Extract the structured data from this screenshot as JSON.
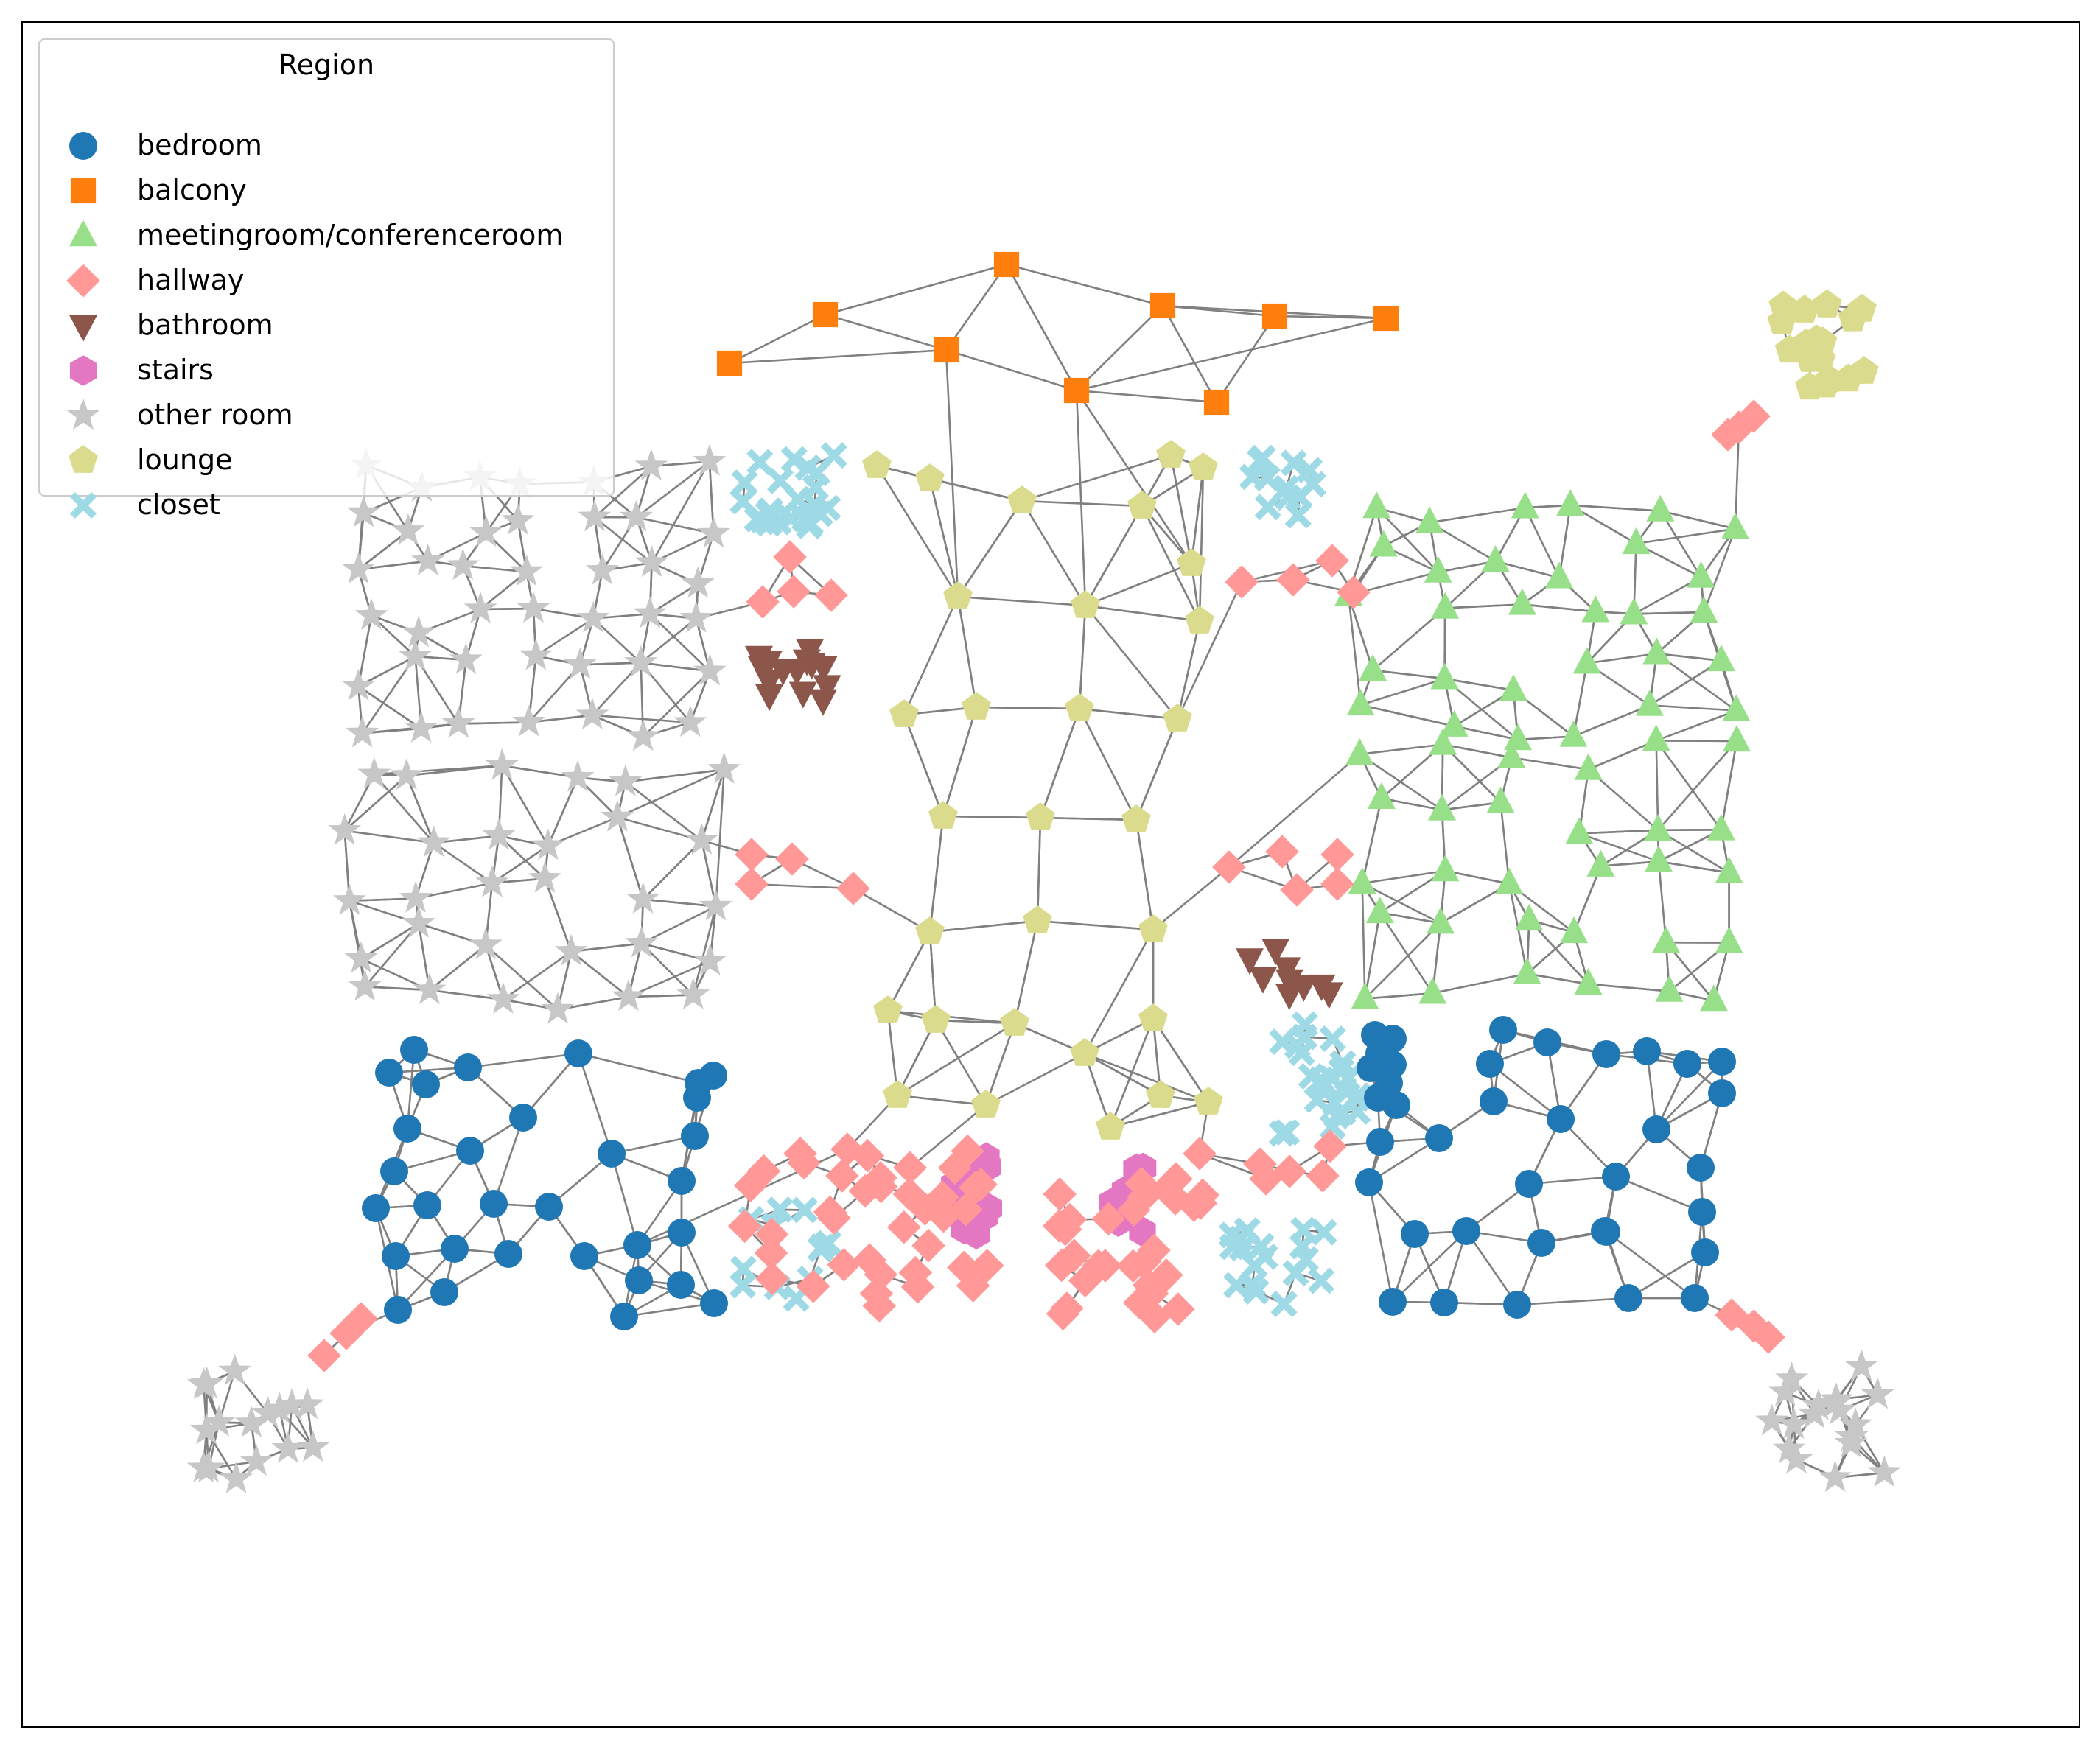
{
  "legend": {
    "title": "Region",
    "entries": [
      {
        "label": "bedroom",
        "color": "#1f77b4",
        "marker": "circle"
      },
      {
        "label": "balcony",
        "color": "#ff7f0e",
        "marker": "square"
      },
      {
        "label": "meetingroom/conferenceroom",
        "color": "#98df8a",
        "marker": "triangle-up"
      },
      {
        "label": "hallway",
        "color": "#ff9896",
        "marker": "diamond"
      },
      {
        "label": "bathroom",
        "color": "#8c564b",
        "marker": "triangle-down"
      },
      {
        "label": "stairs",
        "color": "#e377c2",
        "marker": "hexagon"
      },
      {
        "label": "other room",
        "color": "#c7c7c7",
        "marker": "star"
      },
      {
        "label": "lounge",
        "color": "#dbdb8d",
        "marker": "pentagon"
      },
      {
        "label": "closet",
        "color": "#9edae5",
        "marker": "x"
      }
    ]
  },
  "edge_color": "#808080"
}
